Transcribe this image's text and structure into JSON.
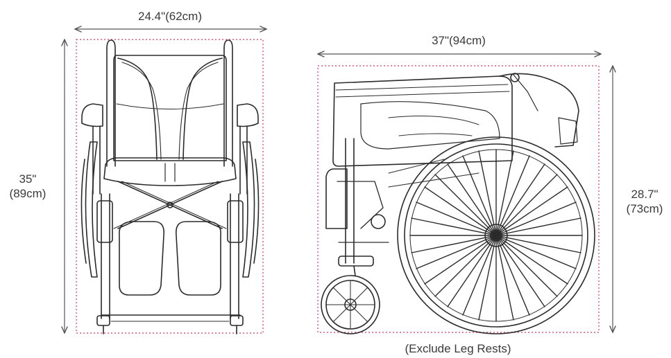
{
  "front_view": {
    "width_label": "24.4\"(62cm)",
    "height_label_line1": "35\"",
    "height_label_line2": "(89cm)"
  },
  "folded_view": {
    "length_label": "37\"(94cm)",
    "height_label_line1": "28.7\"",
    "height_label_line2": "(73cm)",
    "footnote": "(Exclude Leg Rests)"
  },
  "colors": {
    "line": "#2a2a2a",
    "dim_arrow": "#555555",
    "bounding_box": "#e0557a"
  }
}
